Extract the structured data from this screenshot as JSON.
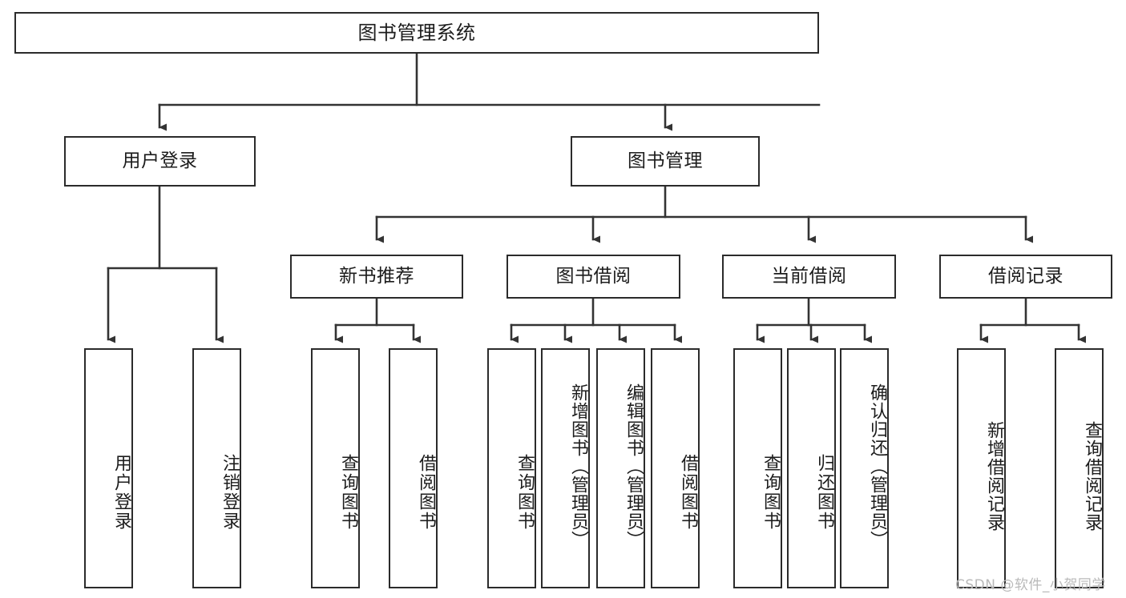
{
  "diagram": {
    "type": "tree-hierarchy",
    "title": "图书管理系统",
    "watermark": "CSDN @软件_小贺同学",
    "colors": {
      "node_border": "#2b2b2b",
      "node_fill": "#ffffff",
      "edge": "#333333",
      "text": "#1c1c1c",
      "watermark": "#b9b9b9",
      "background": "#ffffff"
    },
    "levels": {
      "root": {
        "label": "图书管理系统"
      },
      "level2": [
        {
          "id": "user-login",
          "label": "用户登录"
        },
        {
          "id": "book-management",
          "label": "图书管理"
        }
      ],
      "level3": [
        {
          "id": "new-book-recommend",
          "label": "新书推荐",
          "parent": "book-management"
        },
        {
          "id": "book-borrow",
          "label": "图书借阅",
          "parent": "book-management"
        },
        {
          "id": "current-borrow",
          "label": "当前借阅",
          "parent": "book-management"
        },
        {
          "id": "borrow-record",
          "label": "借阅记录",
          "parent": "book-management"
        }
      ],
      "leaves": [
        {
          "id": "leaf-user-login",
          "label": "用户登录",
          "parent": "user-login"
        },
        {
          "id": "leaf-logout-login",
          "label": "注销登录",
          "parent": "user-login"
        },
        {
          "id": "leaf-query-book-1",
          "label": "查询图书",
          "parent": "new-book-recommend"
        },
        {
          "id": "leaf-borrow-book-1",
          "label": "借阅图书",
          "parent": "new-book-recommend"
        },
        {
          "id": "leaf-query-book-2",
          "label": "查询图书",
          "parent": "book-borrow"
        },
        {
          "id": "leaf-add-book",
          "label": "新增图书（管理员）",
          "parent": "book-borrow"
        },
        {
          "id": "leaf-edit-book",
          "label": "编辑图书（管理员）",
          "parent": "book-borrow"
        },
        {
          "id": "leaf-borrow-book-2",
          "label": "借阅图书",
          "parent": "book-borrow"
        },
        {
          "id": "leaf-query-book-3",
          "label": "查询图书",
          "parent": "current-borrow"
        },
        {
          "id": "leaf-return-book",
          "label": "归还图书",
          "parent": "current-borrow"
        },
        {
          "id": "leaf-confirm-return",
          "label": "确认归还（管理员）",
          "parent": "current-borrow"
        },
        {
          "id": "leaf-add-record",
          "label": "新增借阅记录",
          "parent": "borrow-record"
        },
        {
          "id": "leaf-query-record",
          "label": "查询借阅记录",
          "parent": "borrow-record"
        }
      ]
    }
  }
}
